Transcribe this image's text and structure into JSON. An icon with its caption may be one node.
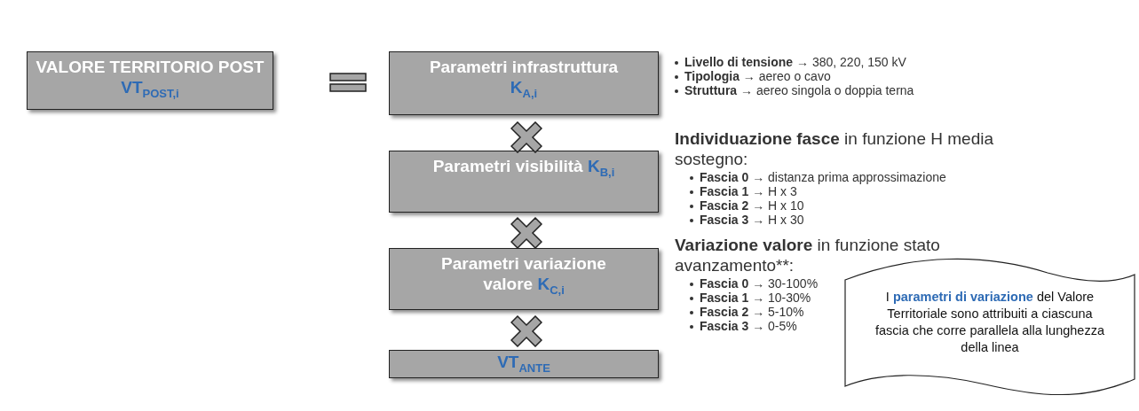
{
  "diagram": {
    "nodes": [
      {
        "text": [
          "VALORE TERRITORIO POST",
          "VT$_{POST,i}$"
        ]
      },
      {
        "text": [
          "Parametri infrastruttura",
          "K$_{A,i}$"
        ],
        "beside": [
          "**Livello di tensione** → 380, 220, 150 kV",
          "**Tipologia** → aereo o cavo",
          "**Struttura** → aereo singola o doppia terna"
        ]
      },
      {
        "text": [
          "Parametri visibilità",
          "K$_{B,i}$"
        ],
        "beside": [
          "**Individuazione fasce** in funzione H media sostegno:",
          "**Fascia 0** → distanza prima approssimazione",
          "**Fascia 1** → H x 3",
          "**Fascia 2** → H x 10",
          "**Fascia 3** → H x 30"
        ]
      },
      {
        "text": [
          "Parametri variazione valore",
          "K$_{C,i}$"
        ],
        "beside": [
          "**Variazione valore** in funzione stato avanzamento**:",
          "**Fascia 0** → 30-100%",
          "**Fascia 1** → 10-30%",
          "**Fascia 2** → 5-10%",
          "**Fascia 3** → 0-5%"
        ]
      },
      {
        "text": [
          "VT$_{ANTE}$"
        ]
      },
      {
        "text": [
          "I **parametri di variazione** del Valore Territoriale sono attribuiti a ciascuna fascia che corre parallela alla lunghezza della linea"
        ]
      }
    ],
    "edges": []
  }
}
